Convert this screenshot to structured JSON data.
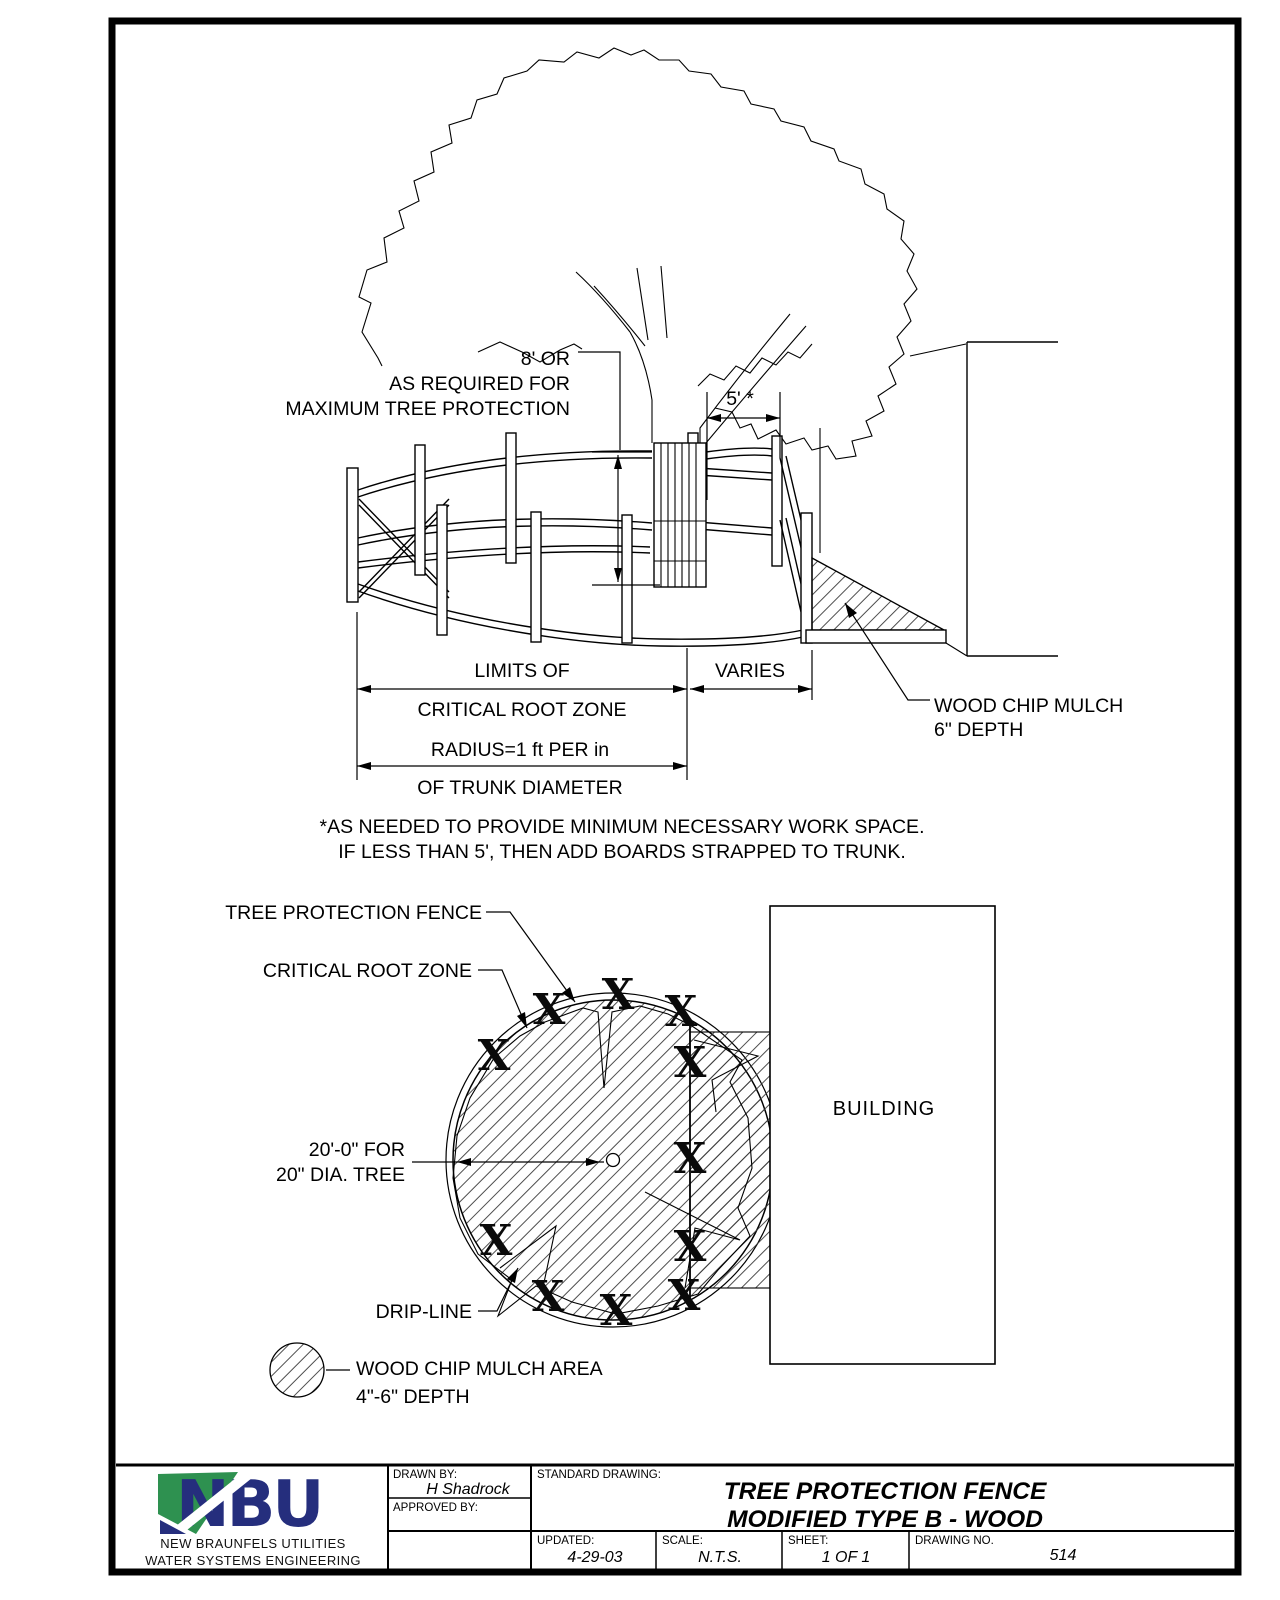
{
  "page": {
    "background": "#ffffff",
    "line_color": "#000000"
  },
  "elevation": {
    "height_label_line1": "8' OR",
    "height_label_line2": "AS REQUIRED FOR",
    "height_label_line3": "MAXIMUM TREE PROTECTION",
    "clearance_label": "5' *",
    "mulch_label_line1": "WOOD CHIP MULCH",
    "mulch_label_line2": "6\" DEPTH",
    "dim_limits_line1": "LIMITS OF",
    "dim_limits_line2": "CRITICAL ROOT ZONE",
    "dim_varies": "VARIES",
    "dim_radius_line1": "RADIUS=1 ft PER in",
    "dim_radius_line2": "OF TRUNK DIAMETER",
    "note_line1": "*AS NEEDED TO PROVIDE MINIMUM NECESSARY WORK SPACE.",
    "note_line2": "IF LESS THAN 5', THEN ADD BOARDS STRAPPED TO TRUNK."
  },
  "plan": {
    "fence_label": "TREE PROTECTION FENCE",
    "root_zone_label": "CRITICAL ROOT ZONE",
    "radius_label_line1": "20'-0\" FOR",
    "radius_label_line2": "20\" DIA. TREE",
    "building_label": "BUILDING",
    "dripline_label": "DRIP-LINE",
    "legend_label_line1": "WOOD CHIP MULCH AREA",
    "legend_label_line2": "4\"-6\" DEPTH",
    "fence_post_symbol": "X"
  },
  "title_block": {
    "logo": {
      "text": "NBU",
      "green": "#2e9150",
      "navy": "#252e7d"
    },
    "company_line1": "NEW BRAUNFELS UTILITIES",
    "company_line2": "WATER SYSTEMS ENGINEERING",
    "drawn_by_label": "DRAWN BY:",
    "drawn_by_value": "H Shadrock",
    "approved_by_label": "APPROVED BY:",
    "standard_drawing_label": "STANDARD DRAWING:",
    "title_line1": "TREE PROTECTION FENCE",
    "title_line2": "MODIFIED TYPE B - WOOD",
    "updated_label": "UPDATED:",
    "updated_value": "4-29-03",
    "scale_label": "SCALE:",
    "scale_value": "N.T.S.",
    "sheet_label": "SHEET:",
    "sheet_value": "1 OF 1",
    "drawing_no_label": "DRAWING NO.",
    "drawing_no_value": "514"
  }
}
